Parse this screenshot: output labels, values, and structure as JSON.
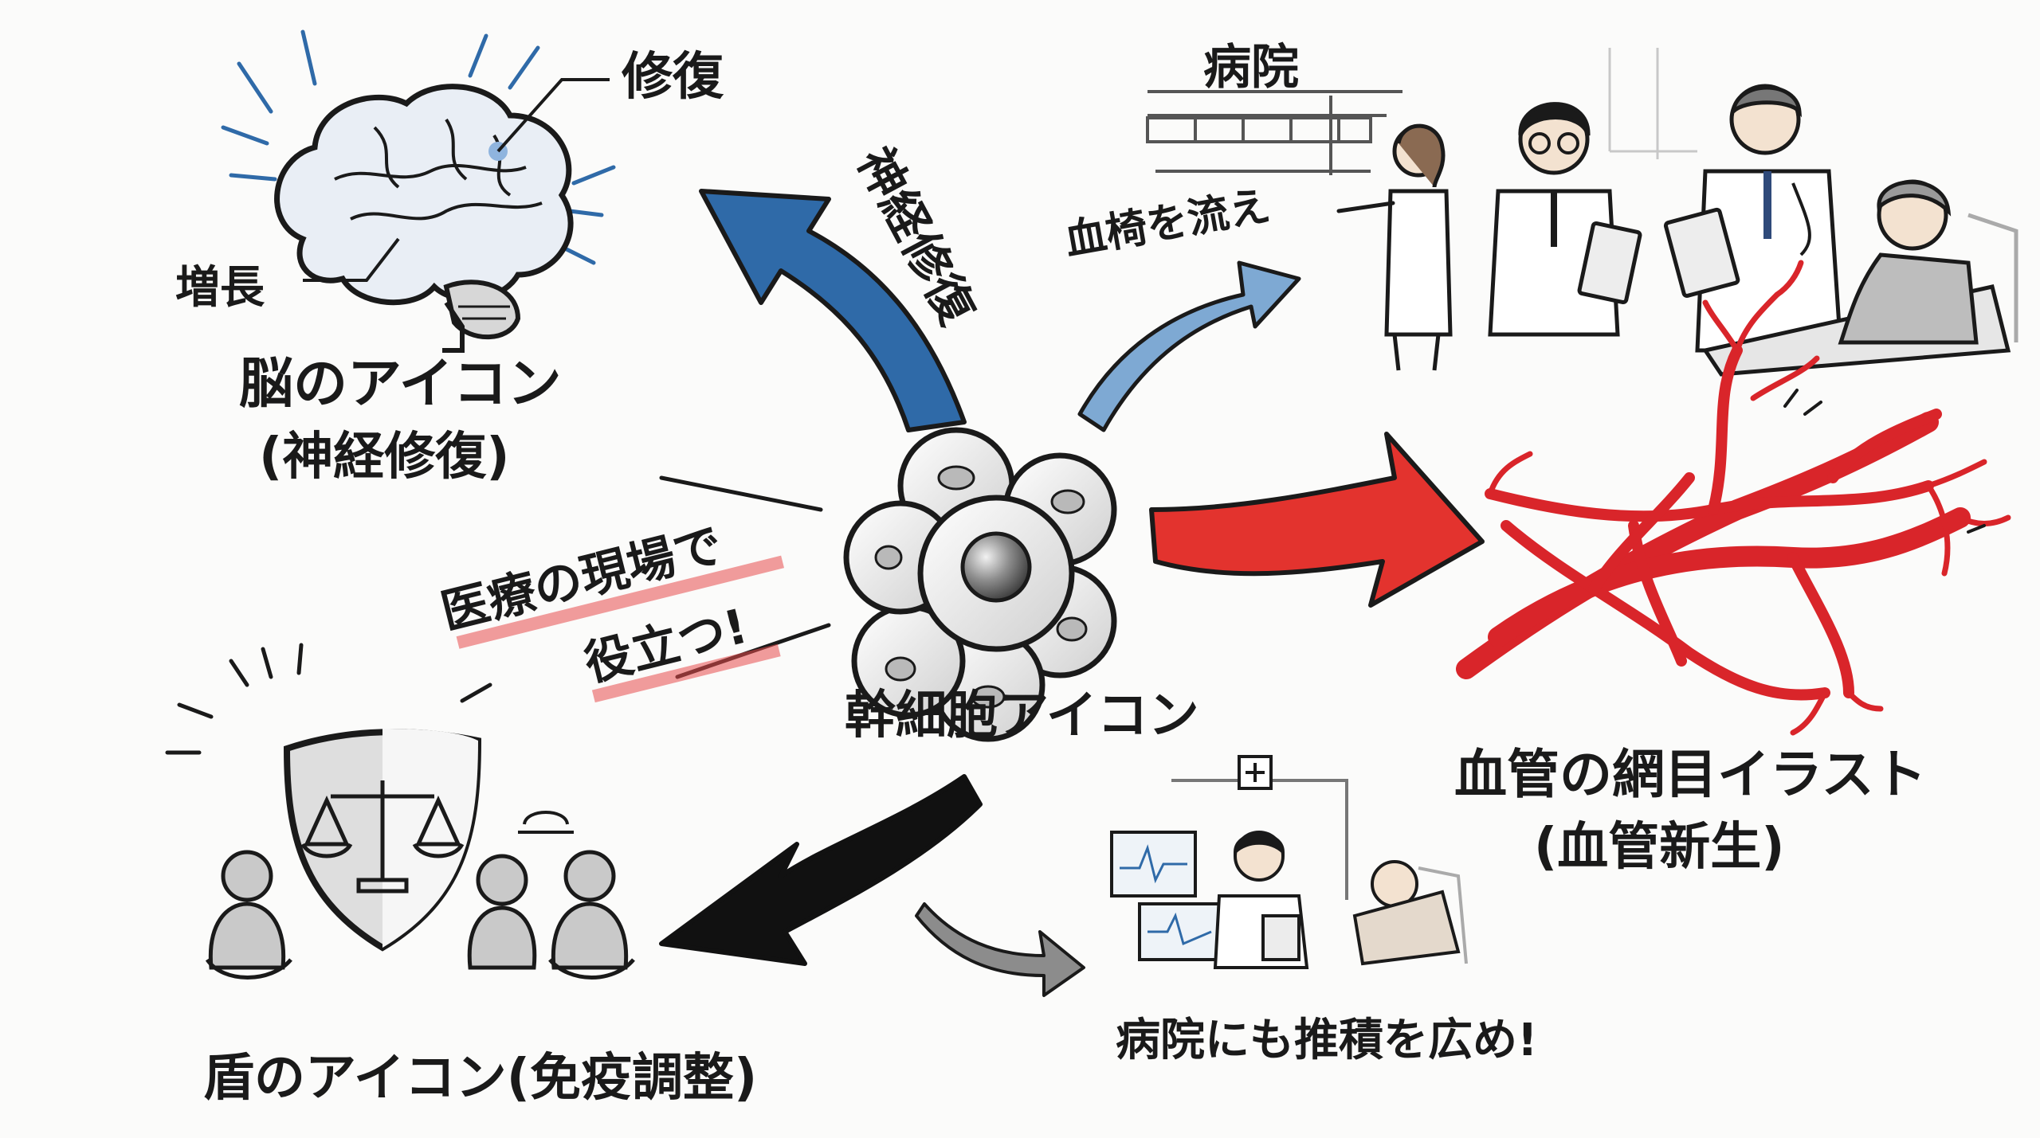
{
  "center": {
    "label": "幹細胞アイコン"
  },
  "brain": {
    "tag_repair": "修復",
    "tag_growth": "増長",
    "caption_line1": "脳のアイコン",
    "caption_line2": "(神経修復)"
  },
  "arrows": {
    "neural_repair": "神経修復",
    "blood_flow": "血椅を流え"
  },
  "hospital": {
    "sign": "病院"
  },
  "vessels": {
    "caption_line1": "血管の網目イラスト",
    "caption_line2": "(血管新生)"
  },
  "callout": {
    "line1": "医療の現場で",
    "line2": "役立つ!"
  },
  "shield": {
    "caption": "盾のアイコン(免疫調整)"
  },
  "clinic": {
    "caption": "病院にも推積を広め!"
  },
  "colors": {
    "blue": "#2f6aa8",
    "light_blue": "#7ea9d3",
    "red": "#e3332e",
    "black": "#111111",
    "gray": "#8c8c8c",
    "vessel_red": "#d9252a"
  }
}
